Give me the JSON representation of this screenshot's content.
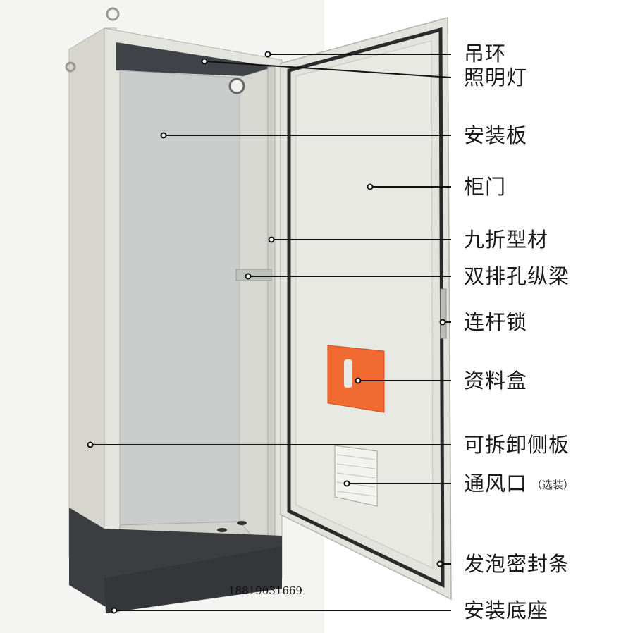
{
  "phone": "18819031669",
  "colors": {
    "cabinet": "#dcdcd6",
    "panel": "#c9ccc9",
    "door": "#e3e3de",
    "base": "#3b3d41",
    "gasket": "#2a2a2a",
    "doc_box": "#f06a32",
    "leader": "#111111"
  },
  "callouts": [
    {
      "id": "lifting-ring",
      "label": "吊环"
    },
    {
      "id": "lighting-lamp",
      "label": "照明灯"
    },
    {
      "id": "mounting-plate",
      "label": "安装板"
    },
    {
      "id": "cabinet-door",
      "label": "柜门"
    },
    {
      "id": "nine-fold-profile",
      "label": "九折型材"
    },
    {
      "id": "double-hole-beam",
      "label": "双排孔纵梁"
    },
    {
      "id": "rod-lock",
      "label": "连杆锁"
    },
    {
      "id": "document-box",
      "label": "资料盒"
    },
    {
      "id": "removable-side-panel",
      "label": "可拆卸侧板"
    },
    {
      "id": "vent",
      "label": "通风口",
      "note": "（选装）"
    },
    {
      "id": "foam-gasket",
      "label": "发泡密封条"
    },
    {
      "id": "mounting-base",
      "label": "安装底座"
    }
  ]
}
